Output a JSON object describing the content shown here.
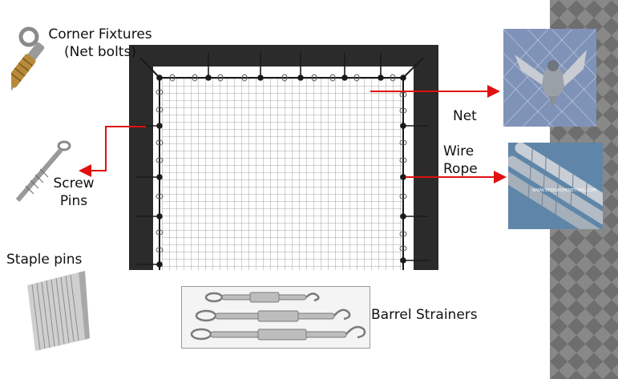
{
  "labels": {
    "corner_fixtures_line1": "Corner Fixtures",
    "corner_fixtures_line2": "(Net bolts)",
    "net": "Net",
    "wire_rope_line1": "Wire",
    "wire_rope_line2": "Rope",
    "screw_pins_line1": "Screw",
    "screw_pins_line2": "Pins",
    "staple_pins": "Staple pins",
    "barrel_strainers": "Barrel Strainers"
  },
  "wire_rope_photo_caption": "WWW.STEELROPENETTING.COM",
  "colors": {
    "frame": "#2b2b2b",
    "wire": "#1a1a1a",
    "mesh": "#8a8a8a",
    "arrow": "#e01010",
    "side_band": "#6e6e6e",
    "net_photo_bg": "#7f93b8",
    "wire_photo_bg": "#5f86a8"
  },
  "icons": {
    "corner_fixture": "eye-bolt-icon",
    "screw_pin": "screw-eye-pin-icon",
    "staple_pins": "staple-strip-icon",
    "barrel_strainers": "turnbuckle-icon",
    "net_photo": "pigeon-in-net-icon",
    "wire_rope_photo": "steel-rope-icon"
  }
}
